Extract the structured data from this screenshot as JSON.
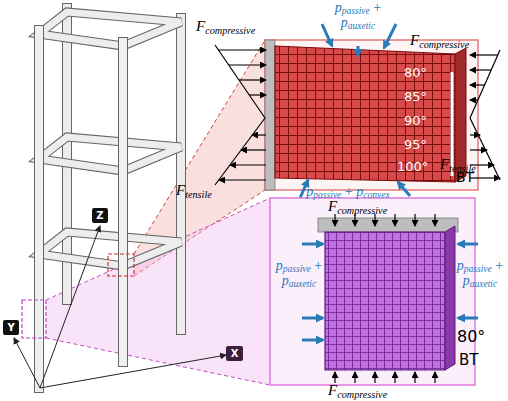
{
  "diagram": {
    "nodes": [
      {
        "text": [
          "Z"
        ]
      },
      {
        "text": [
          "Y"
        ]
      },
      {
        "text": [
          "X"
        ]
      }
    ],
    "labels": [
      "Fcompressive",
      "ppassive + pauxetic",
      "Fcompressive",
      "80°",
      "85°",
      "90°",
      "95°",
      "100°",
      "Ftensile",
      "Ftensile",
      "ppassive + pconvex",
      "BT",
      "Fcompressive",
      "ppassive + pauxetic",
      "ppassive + pauxetic",
      "80°",
      "BT",
      "Fcompressive"
    ]
  }
}
